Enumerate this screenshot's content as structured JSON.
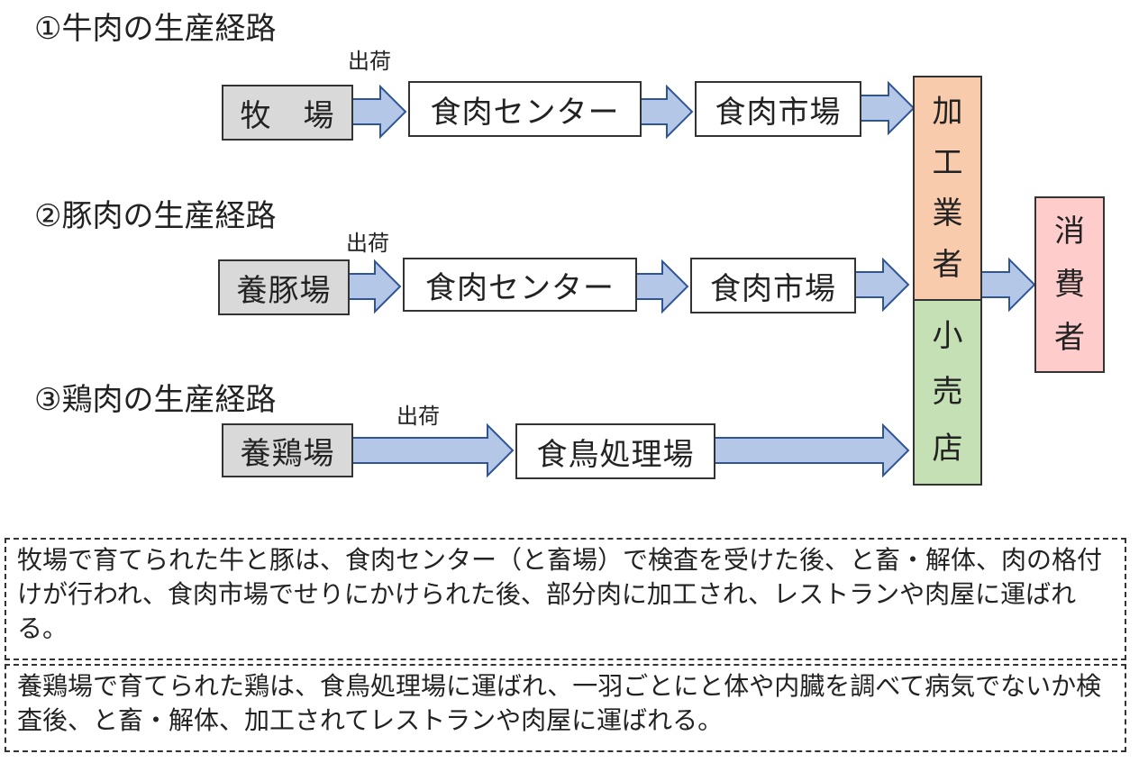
{
  "titles": {
    "beef": "①牛肉の生産経路",
    "pork": "②豚肉の生産経路",
    "chicken": "③鶏肉の生産経路"
  },
  "ship_label": "出荷",
  "beef": {
    "farm": "牧　場",
    "center": "食肉センター",
    "market": "食肉市場"
  },
  "pork": {
    "farm": "養豚場",
    "center": "食肉センター",
    "market": "食肉市場"
  },
  "chicken": {
    "farm": "養鶏場",
    "plant": "食鳥処理場"
  },
  "processor": [
    "加",
    "工",
    "業",
    "者"
  ],
  "retailer": [
    "小",
    "売",
    "店"
  ],
  "consumer": [
    "消",
    "費",
    "者"
  ],
  "notes": {
    "beef_pork": "牧場で育てられた牛と豚は、食肉センター（と畜場）で検査を受けた後、と畜・解体、肉の格付けが行われ、食肉市場でせりにかけられた後、部分肉に加工され、レストランや肉屋に運ばれる。",
    "chicken": "養鶏場で育てられた鶏は、食鳥処理場に運ばれ、一羽ごとにと体や内臓を調べて病気でないか検査後、と畜・解体、加工されてレストランや肉屋に運ばれる。"
  },
  "colors": {
    "arrow_fill": "#b4c7e7",
    "arrow_stroke": "#2f5597",
    "processor": "#f8cbad",
    "retailer": "#c5e0b4",
    "consumer": "#ffcccc",
    "farm": "#d9d9d9"
  }
}
